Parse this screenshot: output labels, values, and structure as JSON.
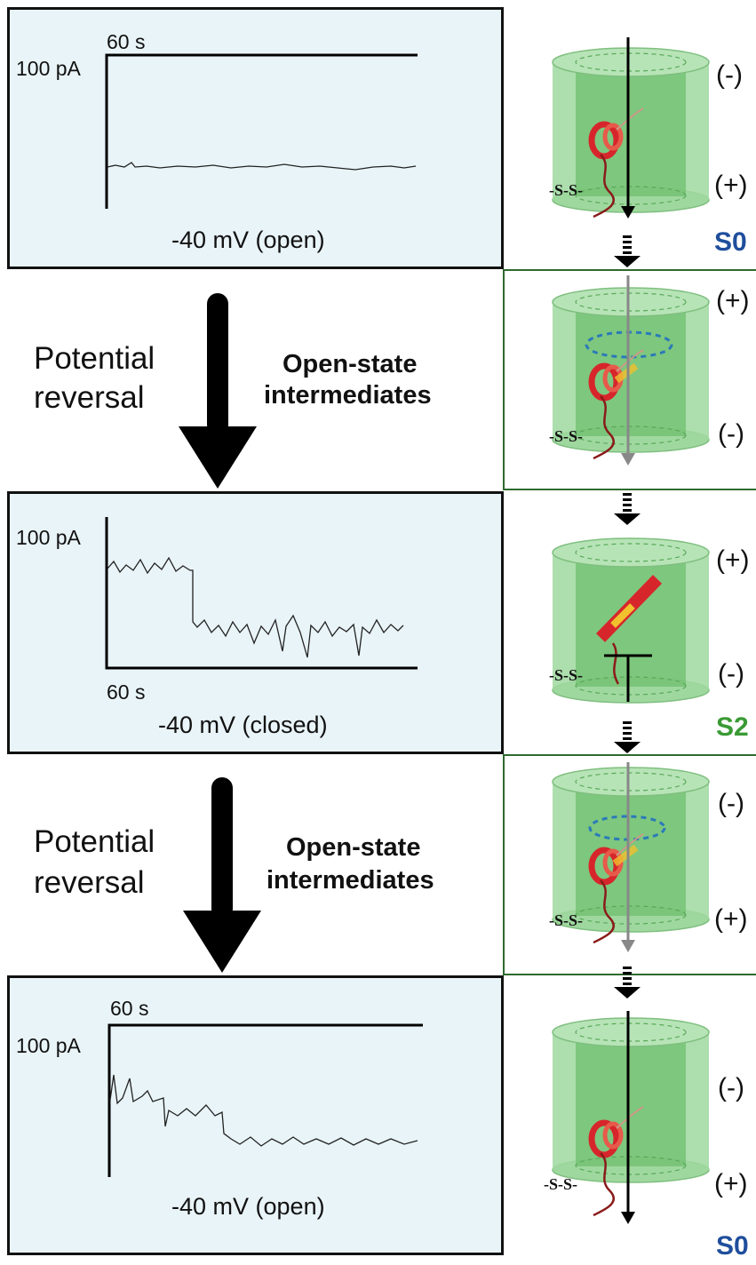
{
  "panels": [
    {
      "scale_time": "60 s",
      "scale_current": "100 pA",
      "voltage": "-40 mV (open)"
    },
    {
      "scale_time": "60 s",
      "scale_current": "100 pA",
      "voltage": "-40 mV (closed)"
    },
    {
      "scale_time": "60 s",
      "scale_current": "100 pA",
      "voltage": "-40 mV (open)"
    }
  ],
  "transitions": [
    {
      "left_line1": "Potential",
      "left_line2": "reversal",
      "right_line1": "Open-state",
      "right_line2": "intermediates"
    },
    {
      "left_line1": "Potential",
      "left_line2": "reversal",
      "right_line1": "Open-state",
      "right_line2": "intermediates"
    }
  ],
  "pores": [
    {
      "top_sign": "(-)",
      "bottom_sign": "(+)",
      "disulfide": "-S-S-",
      "state": "S0"
    },
    {
      "top_sign": "(+)",
      "bottom_sign": "(-)",
      "disulfide": "-S-S-"
    },
    {
      "top_sign": "(+)",
      "bottom_sign": "(-)",
      "disulfide": "-S-S-",
      "state": "S2"
    },
    {
      "top_sign": "(-)",
      "bottom_sign": "(+)",
      "disulfide": "-S-S-"
    },
    {
      "top_sign": "(-)",
      "bottom_sign": "(+)",
      "disulfide": "-S-S-",
      "state": "S0"
    }
  ],
  "colors": {
    "panel_bg": "#e9f4f8",
    "pore_green": "#8fd28f",
    "state_s0": "#1f4e9c",
    "state_s2": "#3a9a35",
    "helix_red": "#d7262b",
    "helix_yellow": "#f2c12e",
    "ring_blue": "#2a7ab8"
  }
}
